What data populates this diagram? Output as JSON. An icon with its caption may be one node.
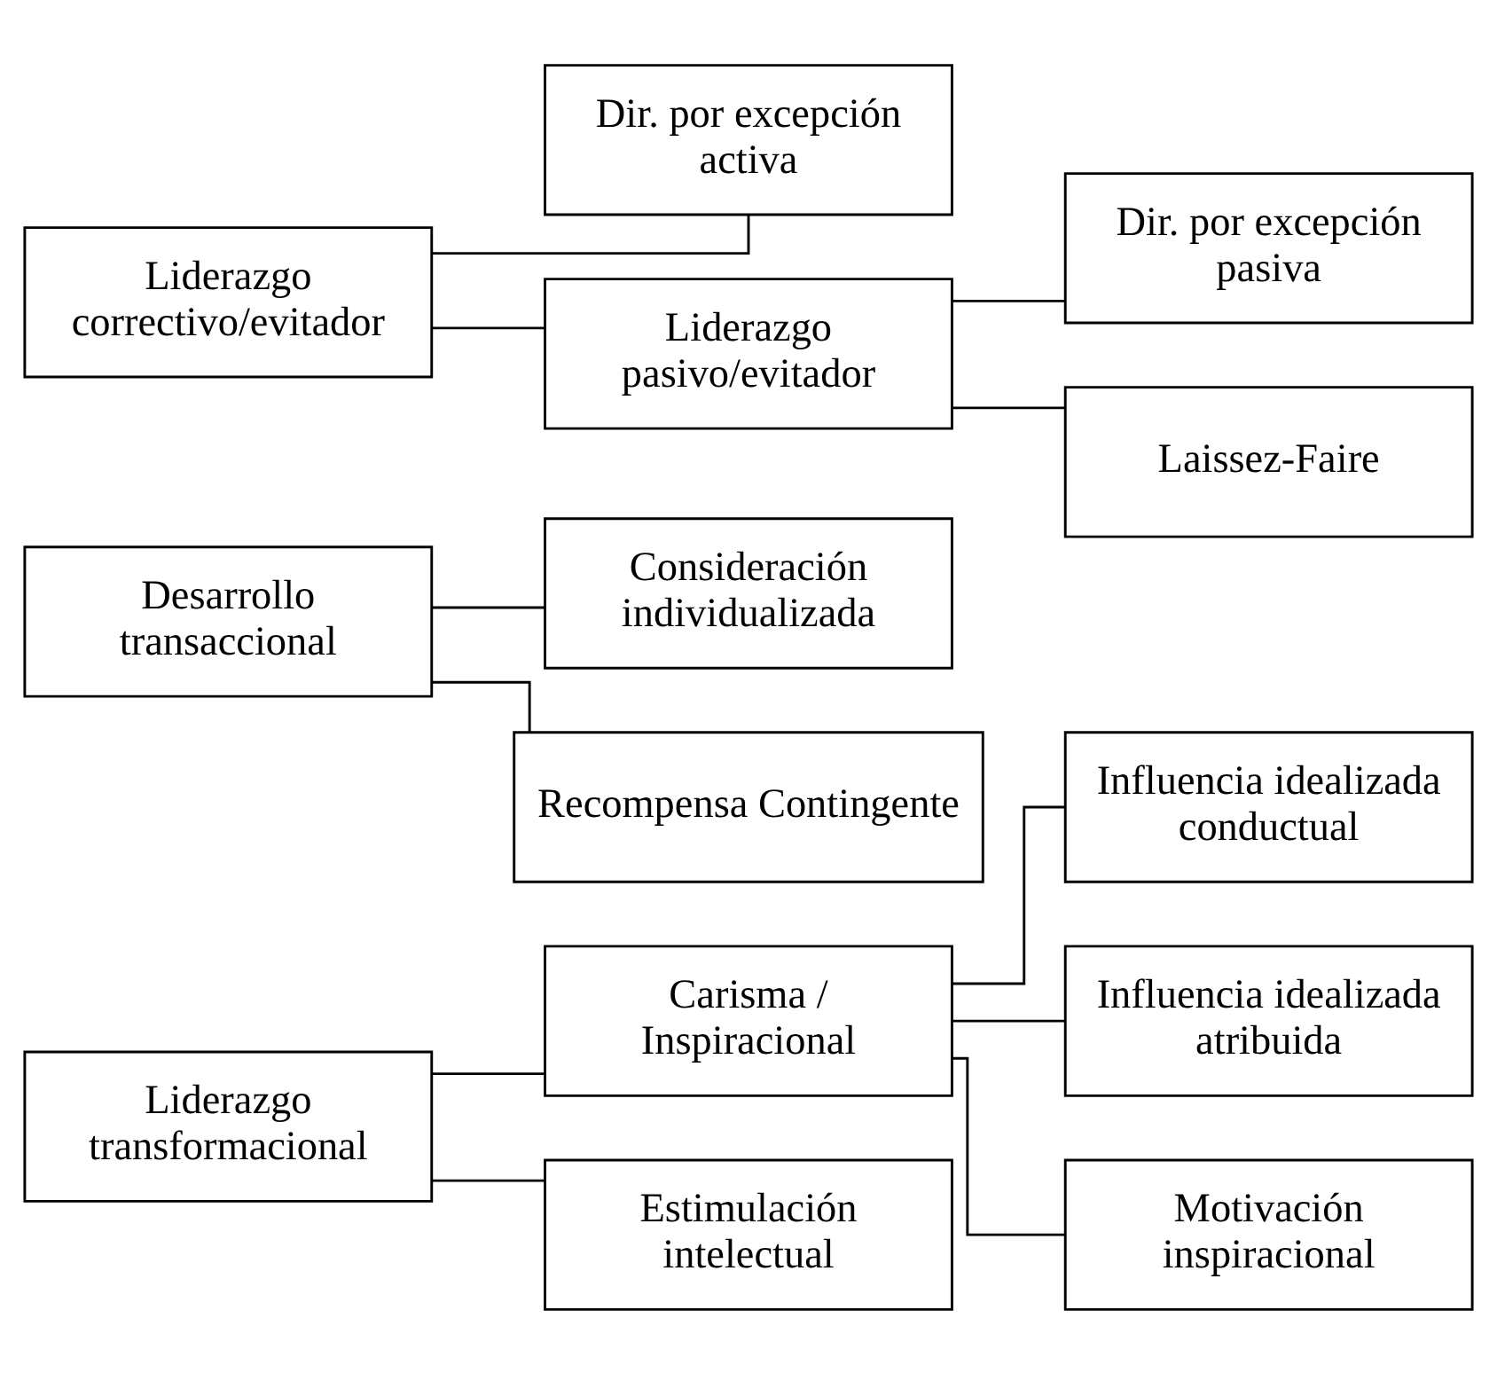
{
  "diagram": {
    "nodes": [
      {
        "text": [
          "Liderazgo transformacional"
        ]
      },
      {
        "text": [
          "Carisma / Inspiracional"
        ]
      },
      {
        "text": [
          "Influencia idealizada conductual"
        ]
      },
      {
        "text": [
          "Influencia idealizada atribuida"
        ]
      },
      {
        "text": [
          "Motivación inspiracional"
        ]
      },
      {
        "text": [
          "Estimulación intelectual"
        ]
      },
      {
        "text": [
          "Desarrollo transaccional"
        ]
      },
      {
        "text": [
          "Consideración individualizada"
        ]
      },
      {
        "text": [
          "Recompensa Contingente"
        ]
      },
      {
        "text": [
          "Liderazgo correctivo/evitador"
        ]
      },
      {
        "text": [
          "Dir. por excepción activa"
        ]
      },
      {
        "text": [
          "Liderazgo pasivo/evitador"
        ]
      },
      {
        "text": [
          "Dir. por excepción pasiva"
        ]
      },
      {
        "text": [
          "Laissez-Faire"
        ]
      }
    ],
    "edges": [
      {
        "from": 0,
        "to": 1,
        "arrow": "none"
      },
      {
        "from": 0,
        "to": 5,
        "arrow": "none"
      },
      {
        "from": 1,
        "to": 2,
        "arrow": "none"
      },
      {
        "from": 1,
        "to": 3,
        "arrow": "none"
      },
      {
        "from": 1,
        "to": 4,
        "arrow": "none"
      },
      {
        "from": 6,
        "to": 7,
        "arrow": "none"
      },
      {
        "from": 6,
        "to": 8,
        "arrow": "none"
      },
      {
        "from": 9,
        "to": 10,
        "arrow": "none"
      },
      {
        "from": 9,
        "to": 11,
        "arrow": "none"
      },
      {
        "from": 11,
        "to": 12,
        "arrow": "none"
      },
      {
        "from": 11,
        "to": 13,
        "arrow": "none"
      }
    ]
  }
}
